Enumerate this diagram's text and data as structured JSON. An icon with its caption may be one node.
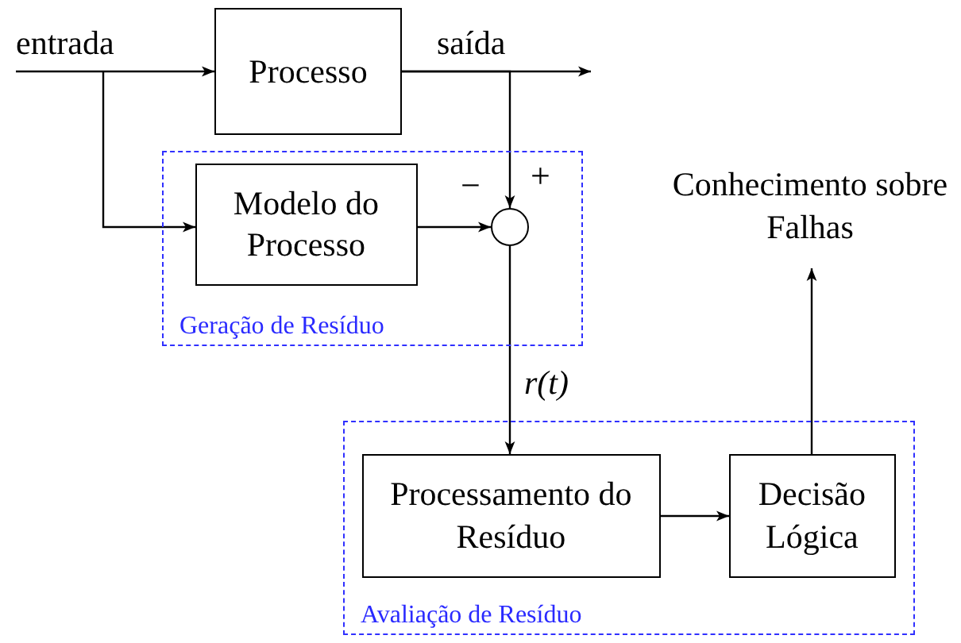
{
  "diagram": {
    "nodes": [
      {
        "text": [
          "entrada"
        ]
      },
      {
        "text": [
          "Processo"
        ]
      },
      {
        "text": [
          "saída"
        ]
      },
      {
        "text": [
          "Geração de Resíduo"
        ]
      },
      {
        "text": [
          "Modelo do Processo"
        ],
        "in": 3
      },
      {
        "text": [],
        "shape": "circle",
        "in": 3
      },
      {
        "text": [
          "Avaliação de Resíduo"
        ]
      },
      {
        "text": [
          "Processamento do Resíduo"
        ],
        "in": 6
      },
      {
        "text": [
          "Decisão Lógica"
        ],
        "in": 6
      },
      {
        "text": [
          "Conhecimento sobre Falhas"
        ]
      }
    ],
    "edges": [
      {
        "from": 0,
        "to": 1,
        "arrow": "to"
      },
      {
        "from": 0,
        "to": 4,
        "arrow": "to"
      },
      {
        "from": 1,
        "to": 2,
        "arrow": "to"
      },
      {
        "from": 1,
        "to": 5,
        "arrow": "to"
      },
      {
        "from": 4,
        "to": 5,
        "arrow": "to"
      },
      {
        "from": 5,
        "to": 7,
        "arrow": "to",
        "label": "r(t)"
      },
      {
        "from": 7,
        "to": 8,
        "arrow": "to"
      },
      {
        "from": 8,
        "to": 9,
        "arrow": "to"
      }
    ],
    "labels": [
      "−",
      "+"
    ]
  }
}
